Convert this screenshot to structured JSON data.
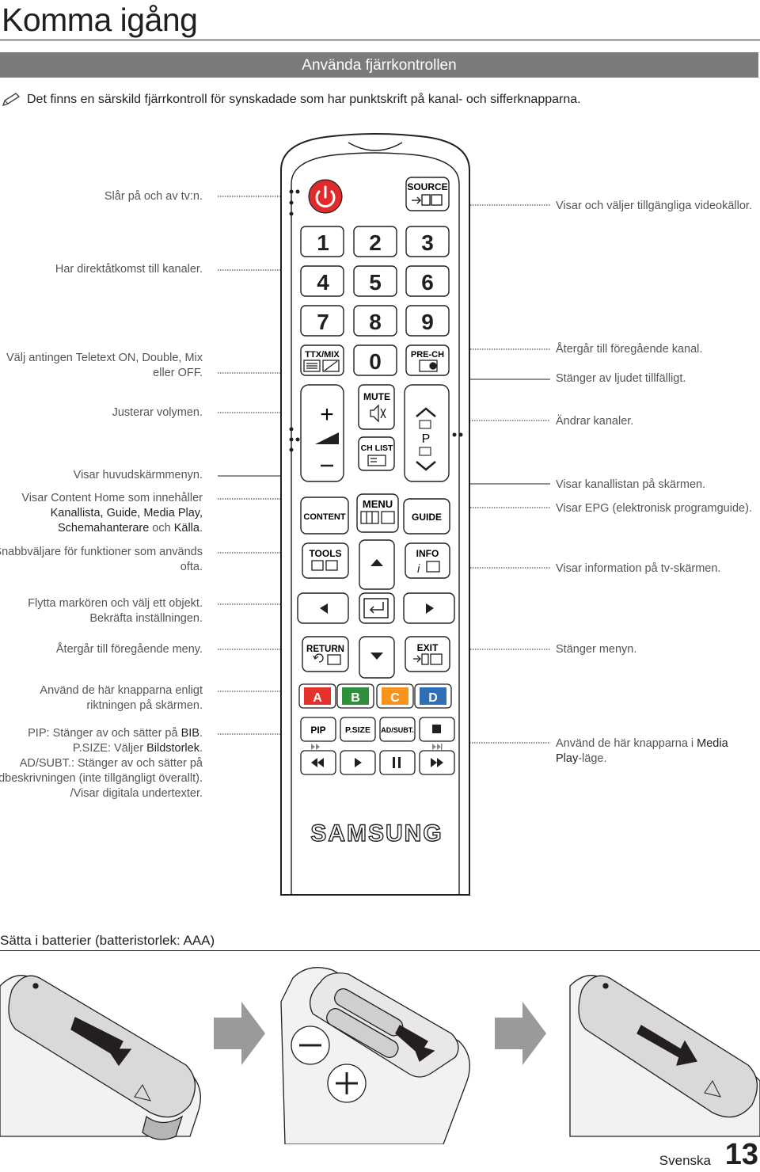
{
  "page": {
    "title": "Komma igång",
    "section": "Använda fjärrkontrollen",
    "note": "Det finns en särskild fjärrkontroll för synskadade som har punktskrift på kanal- och sifferknapparna.",
    "battery_title": "Sätta i batterier (batteristorlek: AAA)",
    "footer_language": "Svenska",
    "footer_page": "13"
  },
  "labels_left": {
    "power": "Slår på och av tv:n.",
    "channels_direct": "Har direktåtkomst till kanaler.",
    "teletext_1": "Välj antingen Teletext ON, Double, Mix",
    "teletext_2": "eller OFF.",
    "volume": "Justerar volymen.",
    "menu": "Visar huvudskärmmenyn.",
    "content_1": "Visar Content Home som innehåller",
    "content_2": "Kanallista, Guide, Media Play,",
    "content_3a": "Schemahanterare",
    "content_3b": " och ",
    "content_3c": "Källa",
    "content_3d": ".",
    "tools_1": "Snabbväljare för funktioner som används",
    "tools_2": "ofta.",
    "nav_1": "Flytta markören och välj ett objekt.",
    "nav_2": "Bekräfta inställningen.",
    "return": "Återgår till föregående meny.",
    "color_1": "Använd de här knapparna enligt",
    "color_2": "riktningen på skärmen.",
    "pip_a": "PIP",
    "pip_b": ": Stänger av och sätter på ",
    "pip_c": "BIB",
    "pip_d": ".",
    "psize_a": "P.SIZE",
    "psize_b": ": Väljer ",
    "psize_c": "Bildstorlek",
    "psize_d": ".",
    "adsubt_a": "AD/SUBT.",
    "adsubt_b": ": Stänger av och sätter på",
    "adsubt_2": "ljudbeskrivningen (inte tillgängligt överallt).",
    "adsubt_3": "/Visar digitala undertexter."
  },
  "labels_right": {
    "source": "Visar och väljer tillgängliga videokällor.",
    "prech": "Återgår till föregående kanal.",
    "mute": "Stänger av ljudet tillfälligt.",
    "channel": "Ändrar kanaler.",
    "chlist": "Visar kanallistan på skärmen.",
    "guide": "Visar EPG (elektronisk programguide).",
    "info": "Visar information på tv-skärmen.",
    "exit": "Stänger menyn.",
    "media_a": "Använd de här knapparna i ",
    "media_b": "Media",
    "media_c": "Play",
    "media_d": "-läge."
  },
  "remote": {
    "source": "SOURCE",
    "digits": [
      "1",
      "2",
      "3",
      "4",
      "5",
      "6",
      "7",
      "8",
      "9"
    ],
    "zero": "0",
    "ttx": "TTX/MIX",
    "prech": "PRE-CH",
    "mute": "MUTE",
    "chlist": "CH LIST",
    "p": "P",
    "content": "CONTENT",
    "menu": "MENU",
    "guide": "GUIDE",
    "tools": "TOOLS",
    "info": "INFO",
    "return": "RETURN",
    "exit": "EXIT",
    "color_a": "A",
    "color_b": "B",
    "color_c": "C",
    "color_d": "D",
    "pip": "PIP",
    "psize": "P.SIZE",
    "adsubt": "AD/SUBT.",
    "brand": "SAMSUNG",
    "colors": {
      "a": "#e4312b",
      "b": "#2f8f3a",
      "c": "#f7941d",
      "d": "#2f6fb6",
      "power": "#e02b2b"
    }
  }
}
